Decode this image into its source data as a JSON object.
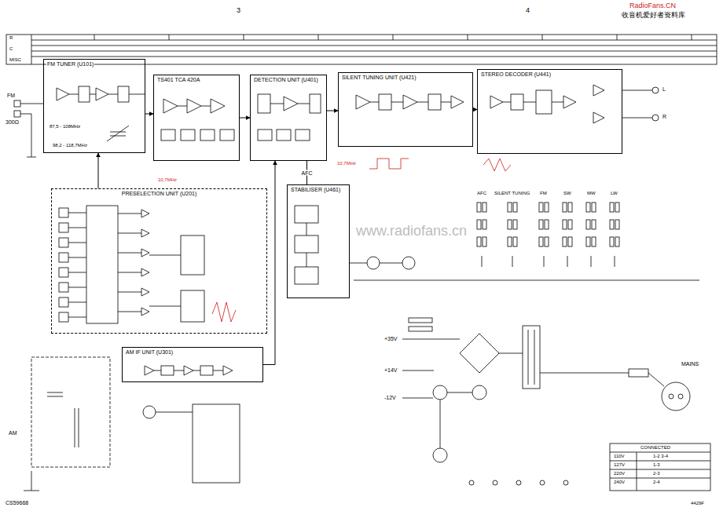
{
  "diagram": {
    "nodes": [
      {
        "text": [
          "FM TUNER (U101)"
        ]
      },
      {
        "text": [
          "TS401 TCA 420A"
        ]
      },
      {
        "text": [
          "DETECTION UNIT (U401)"
        ]
      },
      {
        "text": [
          "SILENT TUNING UNIT (U421)"
        ]
      },
      {
        "text": [
          "STEREO DECODER (U441)"
        ]
      },
      {
        "text": [
          "PRESELECTION UNIT (U201)"
        ]
      },
      {
        "text": [
          "STABILISER (U461)"
        ]
      },
      {
        "text": [
          "AM IF UNIT (U301)"
        ]
      }
    ],
    "edges": [
      {
        "from": 5,
        "to": 0,
        "arrow": "to"
      },
      {
        "from": 0,
        "to": 1,
        "arrow": "to"
      },
      {
        "from": 1,
        "to": 2,
        "arrow": "to"
      },
      {
        "from": 2,
        "to": 3,
        "arrow": "to"
      },
      {
        "from": 3,
        "to": 4,
        "arrow": "to"
      },
      {
        "from": 2,
        "to": 6,
        "label": "AFC",
        "arrow": "none"
      },
      {
        "from": 7,
        "to": 2,
        "arrow": "to"
      }
    ],
    "labels": [
      "3",
      "4",
      "RadioFans.CN",
      "收音机爱好者资料库",
      "R",
      "C",
      "MISC",
      "FM",
      "300Ω",
      "87,5 - 108MHz",
      "98,2 - 118,7MHz",
      "10,7MHz",
      "10,7MHz",
      "AFC",
      "SILENT TUNING",
      "FM",
      "SW",
      "MW",
      "LW",
      "+35V",
      "+14V",
      "-12V",
      "MAINS",
      "CONNECTED",
      "110V",
      "127V",
      "220V",
      "240V",
      "1-2 3-4",
      "1-3",
      "2-3",
      "2-4",
      "AM",
      "CS59668",
      "4429F",
      "www.radiofans.cn",
      "L",
      "R"
    ]
  }
}
